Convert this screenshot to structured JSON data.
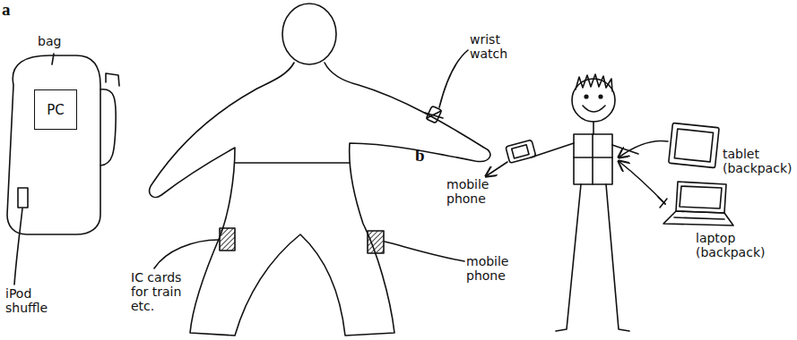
{
  "diagram": {
    "nodes": [
      {
        "text": [
          "PC"
        ]
      }
    ],
    "labels": [
      "a",
      "b",
      "bag",
      "wrist watch",
      "mobile phone",
      "IC cards for train etc.",
      "iPod shuffle",
      "mobile phone",
      "tablet (backpack)",
      "laptop (backpack)"
    ]
  }
}
